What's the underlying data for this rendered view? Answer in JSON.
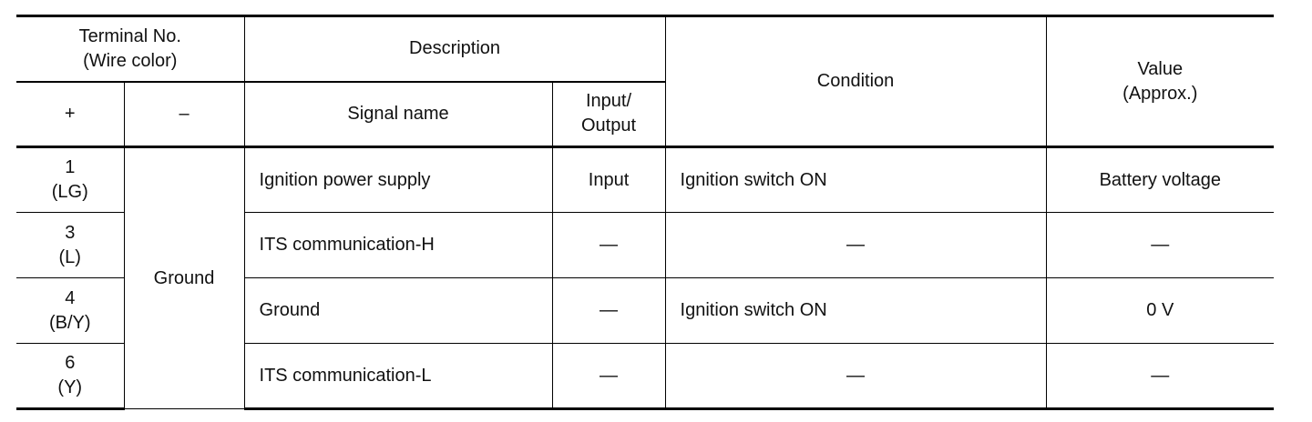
{
  "header": {
    "terminal_no_line1": "Terminal No.",
    "terminal_no_line2": "(Wire color)",
    "description": "Description",
    "condition": "Condition",
    "value_line1": "Value",
    "value_line2": "(Approx.)",
    "plus": "+",
    "minus": "–",
    "signal_name": "Signal name",
    "io_line1": "Input/",
    "io_line2": "Output"
  },
  "ground_label": "Ground",
  "rows": [
    {
      "terminal": "1",
      "wire": "(LG)",
      "signal": "Ignition power supply",
      "io": "Input",
      "condition": "Ignition switch ON",
      "value": "Battery voltage"
    },
    {
      "terminal": "3",
      "wire": "(L)",
      "signal": "ITS communication-H",
      "io": "—",
      "condition": "—",
      "value": "—"
    },
    {
      "terminal": "4",
      "wire": "(B/Y)",
      "signal": "Ground",
      "io": "—",
      "condition": "Ignition switch ON",
      "value": "0 V"
    },
    {
      "terminal": "6",
      "wire": "(Y)",
      "signal": "ITS communication-L",
      "io": "—",
      "condition": "—",
      "value": "—"
    }
  ]
}
